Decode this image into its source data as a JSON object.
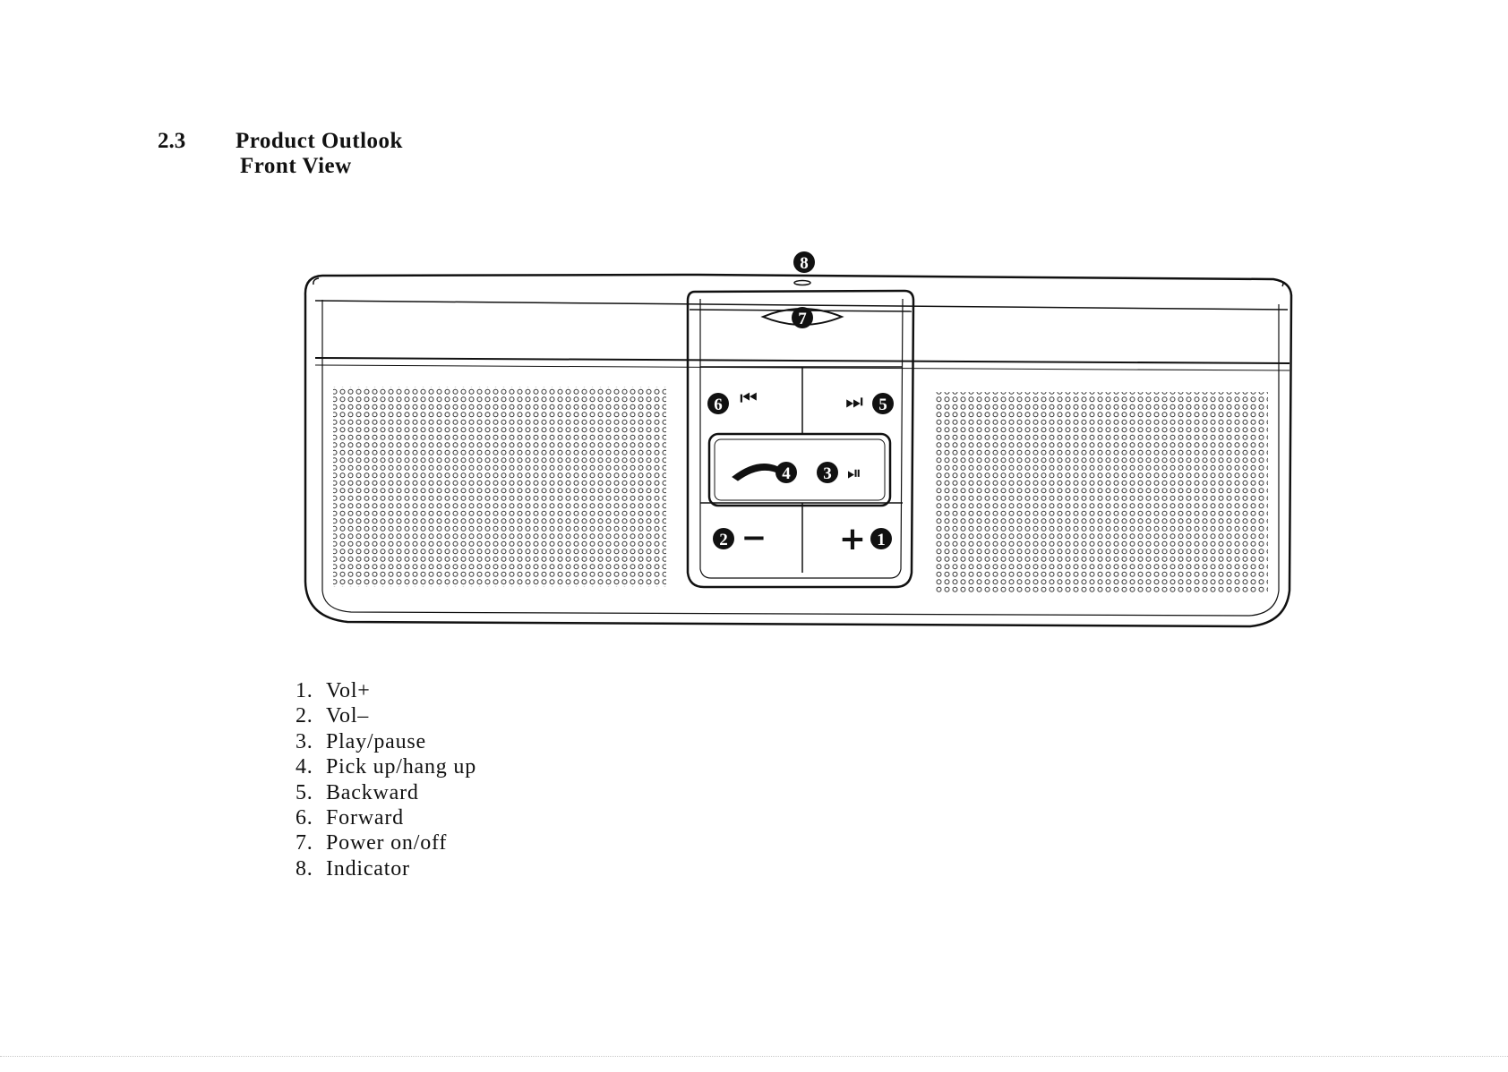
{
  "heading": {
    "section_number": "2.3",
    "section_title": "Product Outlook",
    "view_title": "Front View"
  },
  "callouts": {
    "indicator": "8",
    "power": "7",
    "forward": "6",
    "backward": "5",
    "pickup": "4",
    "play": "3",
    "vol_down": "2",
    "vol_up": "1"
  },
  "button_symbols": {
    "forward": "⏮",
    "backward": "⏭",
    "play": "⏯",
    "vol_down": "−",
    "vol_up": "+"
  },
  "parts": [
    {
      "num": "1.",
      "label": "Vol+"
    },
    {
      "num": "2.",
      "label": "Vol–"
    },
    {
      "num": "3.",
      "label": "Play/pause"
    },
    {
      "num": "4.",
      "label": "Pick up/hang up"
    },
    {
      "num": "5.",
      "label": "Backward"
    },
    {
      "num": "6.",
      "label": "Forward"
    },
    {
      "num": "7.",
      "label": "Power on/off"
    },
    {
      "num": "8.",
      "label": "Indicator"
    }
  ]
}
